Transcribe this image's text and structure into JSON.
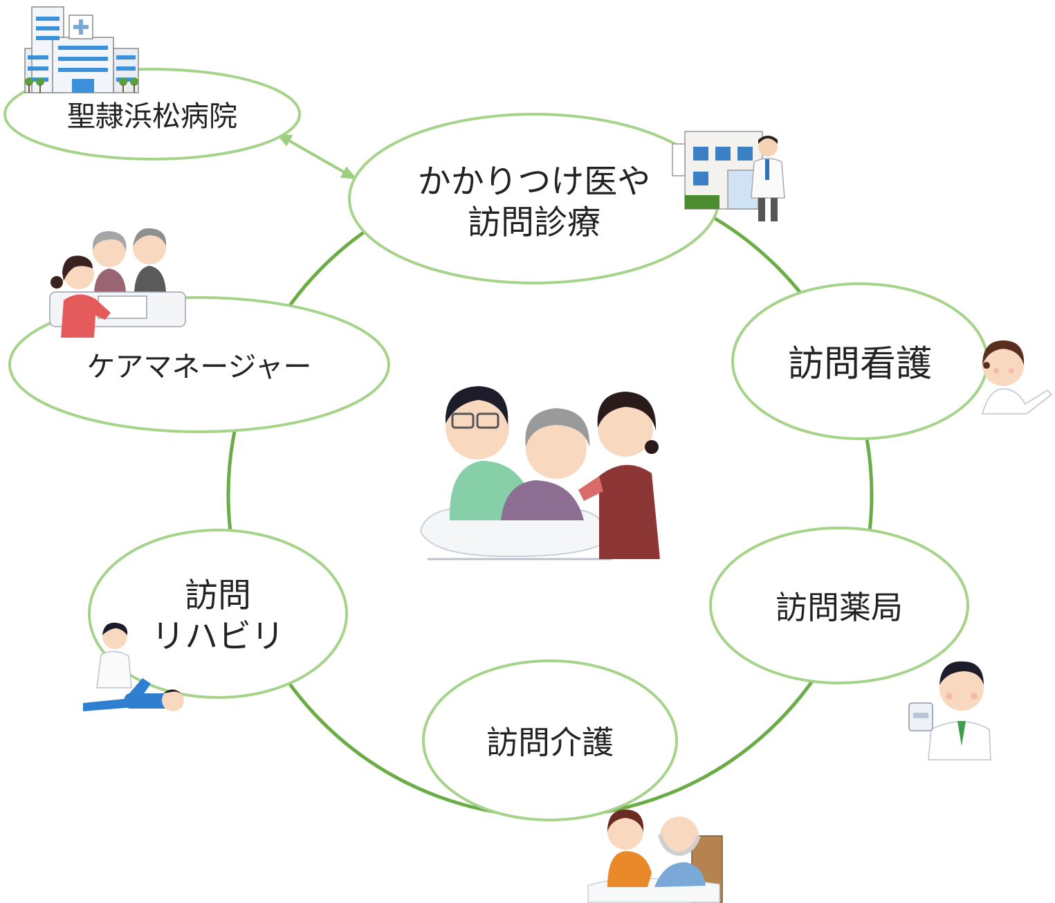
{
  "colors": {
    "ellipse_stroke": "#a5d38a",
    "ring_stroke": "#6aac46",
    "arrow_stroke": "#9ccf80",
    "text": "#222222"
  },
  "nodes": {
    "hospital": {
      "label": "聖隷浜松病院",
      "icon": "hospital-building-icon"
    },
    "doctor": {
      "line1": "かかりつけ医や",
      "line2": "訪問診療",
      "icon": "clinic-doctor-icon"
    },
    "nursing": {
      "label": "訪問看護",
      "icon": "nurse-icon"
    },
    "pharmacy": {
      "label": "訪問薬局",
      "icon": "pharmacist-icon"
    },
    "care": {
      "label": "訪問介護",
      "icon": "caregiver-icon"
    },
    "rehab": {
      "line1": "訪問",
      "line2": "リハビリ",
      "icon": "physical-therapist-icon"
    },
    "caremanager": {
      "label": "ケアマネージャー",
      "icon": "care-manager-consultation-icon"
    }
  },
  "center": {
    "icon": "family-patient-icon"
  }
}
